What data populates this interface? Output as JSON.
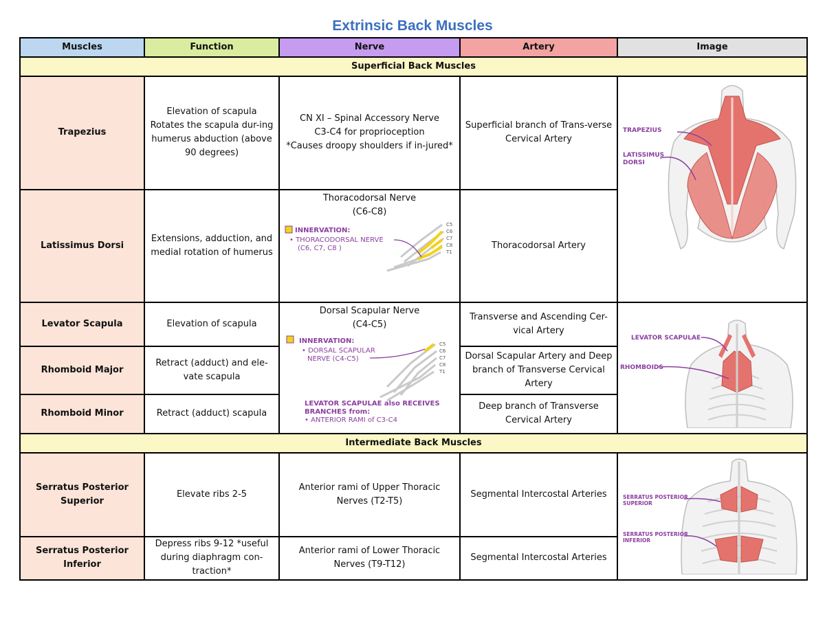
{
  "title": "Extrinsic Back Muscles",
  "headers": {
    "muscles": "Muscles",
    "function": "Function",
    "nerve": "Nerve",
    "artery": "Artery",
    "image": "Image"
  },
  "sections": {
    "superficial": "Superficial Back Muscles",
    "intermediate": "Intermediate Back Muscles"
  },
  "rows": {
    "trapezius": {
      "muscle": "Trapezius",
      "function": "Elevation of scapula Rotates the scapula dur-ing humerus abduction (above 90 degrees)",
      "nerve_1": "CN XI – Spinal Accessory Nerve",
      "nerve_2": "C3-C4 for proprioception",
      "nerve_3": "*Causes droopy shoulders if in-jured*",
      "artery": "Superficial branch of Trans-verse Cervical Artery"
    },
    "latissimus": {
      "muscle": "Latissimus Dorsi",
      "function": "Extensions, adduction, and medial rotation of humerus",
      "nerve_name": "Thoracodorsal Nerve",
      "nerve_roots": "(C6-C8)",
      "artery": "Thoracodorsal Artery"
    },
    "levator": {
      "muscle": "Levator Scapula",
      "function": "Elevation of scapula",
      "nerve_name": "Dorsal Scapular Nerve",
      "nerve_roots": "(C4-C5)",
      "artery": "Transverse and Ascending Cer-vical Artery"
    },
    "rhomboid_major": {
      "muscle": "Rhomboid Major",
      "function": "Retract (adduct) and ele-vate scapula",
      "artery": "Dorsal Scapular Artery and Deep branch of Transverse Cervical Artery"
    },
    "rhomboid_minor": {
      "muscle": "Rhomboid Minor",
      "function": "Retract (adduct) scapula",
      "artery": "Deep branch of Transverse Cervical Artery"
    },
    "sps": {
      "muscle": "Serratus Posterior Superior",
      "function": "Elevate ribs 2-5",
      "nerve": "Anterior rami of Upper Thoracic Nerves (T2-T5)",
      "artery": "Segmental Intercostal Arteries"
    },
    "spi": {
      "muscle": "Serratus Posterior Inferior",
      "function": "Depress ribs 9-12 *useful during diaphragm con-traction*",
      "nerve": "Anterior rami of Lower Thoracic Nerves (T9-T12)",
      "artery": "Segmental Intercostal Arteries"
    }
  },
  "figures": {
    "thoracodorsal": {
      "heading": "INNERVATION:",
      "line_1": "• THORACODORSAL NERVE",
      "line_2": "(C6, C7, C8 )",
      "roots": [
        "C5",
        "C6",
        "C7",
        "C8",
        "T1"
      ]
    },
    "dorsal_scapular": {
      "heading": "INNERVATION:",
      "line_1": "• DORSAL SCAPULAR",
      "line_2": "NERVE (C4-C5)",
      "roots": [
        "C5",
        "C6",
        "C7",
        "C8",
        "T1"
      ],
      "note_1": "LEVATOR SCAPULAE also RECEIVES",
      "note_2": "BRANCHES from:",
      "note_3": "• ANTERIOR RAMI of C3-C4"
    },
    "back_superficial": {
      "label_1": "TRAPEZIUS",
      "label_2a": "LATISSIMUS",
      "label_2b": "DORSI"
    },
    "back_deep": {
      "label_1": "LEVATOR SCAPULAE",
      "label_2": "RHOMBOIDS"
    },
    "back_serratus": {
      "label_1a": "SERRATUS POSTERIOR",
      "label_1b": "SUPERIOR",
      "label_2a": "SERRATUS POSTERIOR",
      "label_2b": "INFERIOR"
    }
  },
  "colors": {
    "title": "#3b6fbf",
    "label_purple": "#8b3fa0",
    "muscle_red": "#e5736d",
    "nerve_yellow": "#f2d21a"
  }
}
